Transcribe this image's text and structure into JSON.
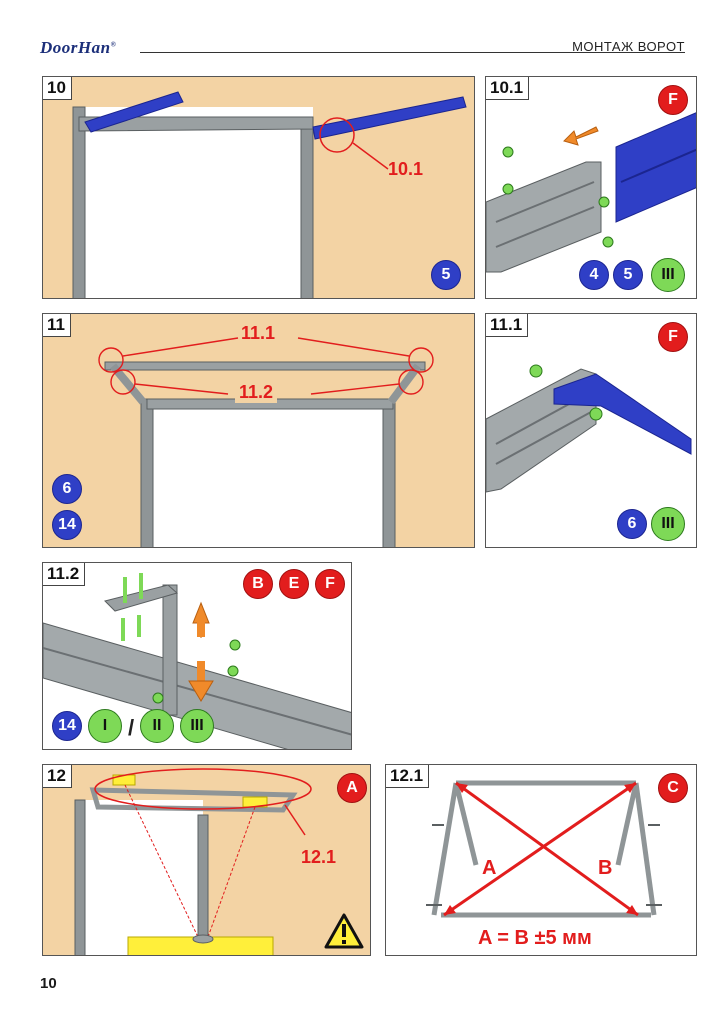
{
  "header": {
    "logo": "DoorHan",
    "title": "МОНТАЖ ВОРОТ"
  },
  "page_number": "10",
  "colors": {
    "blue_badge": "#2f3fc6",
    "red_badge": "#e21d1d",
    "green_badge": "#7ed957",
    "panel_background": "#f3d3a4",
    "callout_red": "#e21d1d"
  },
  "panels": {
    "p10": {
      "label": "10",
      "callouts": [
        "10.1"
      ],
      "badges": [
        "5"
      ]
    },
    "p10_1": {
      "label": "10.1",
      "badges_top": [
        "F"
      ],
      "badges_bottom": [
        "4",
        "5",
        "III"
      ]
    },
    "p11": {
      "label": "11",
      "callouts": [
        "11.1",
        "11.2"
      ],
      "badges": [
        "6",
        "14"
      ]
    },
    "p11_1": {
      "label": "11.1",
      "badges_top": [
        "F"
      ],
      "badges_bottom": [
        "6",
        "III"
      ]
    },
    "p11_2": {
      "label": "11.2",
      "badges_top": [
        "B",
        "E",
        "F"
      ],
      "badges_bottom": [
        "14",
        "I",
        "II",
        "III"
      ],
      "separator": "/"
    },
    "p12": {
      "label": "12",
      "callouts": [
        "12.1"
      ],
      "badges_top": [
        "A"
      ],
      "warning_icon": "warning-triangle-icon"
    },
    "p12_1": {
      "label": "12.1",
      "badges_top": [
        "C"
      ],
      "diag_a": "A",
      "diag_b": "B",
      "formula": "A = B ±5 мм"
    }
  }
}
